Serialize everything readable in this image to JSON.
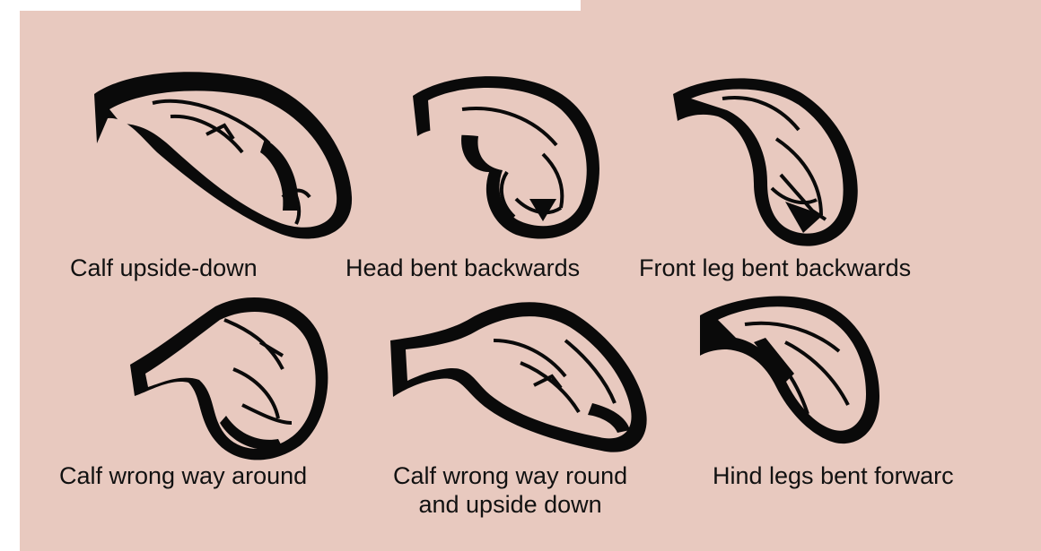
{
  "colors": {
    "background": "#e8c9bf",
    "ink": "#0a0a0a",
    "fill": "#e8c9bf"
  },
  "figures": [
    {
      "name": "calf-upside-down",
      "caption": [
        "Calf upside-down"
      ]
    },
    {
      "name": "head-bent-backwards",
      "caption": [
        "Head bent backwards"
      ]
    },
    {
      "name": "front-leg-bent-backwards",
      "caption": [
        "Front leg bent backwards"
      ]
    },
    {
      "name": "calf-wrong-way-around",
      "caption": [
        "Calf wrong way around"
      ]
    },
    {
      "name": "calf-wrong-way-round-upside-down",
      "caption": [
        "Calf wrong way round",
        "and upside down"
      ]
    },
    {
      "name": "hind-legs-bent-forward",
      "caption": [
        "Hind legs bent forwarc"
      ]
    }
  ]
}
